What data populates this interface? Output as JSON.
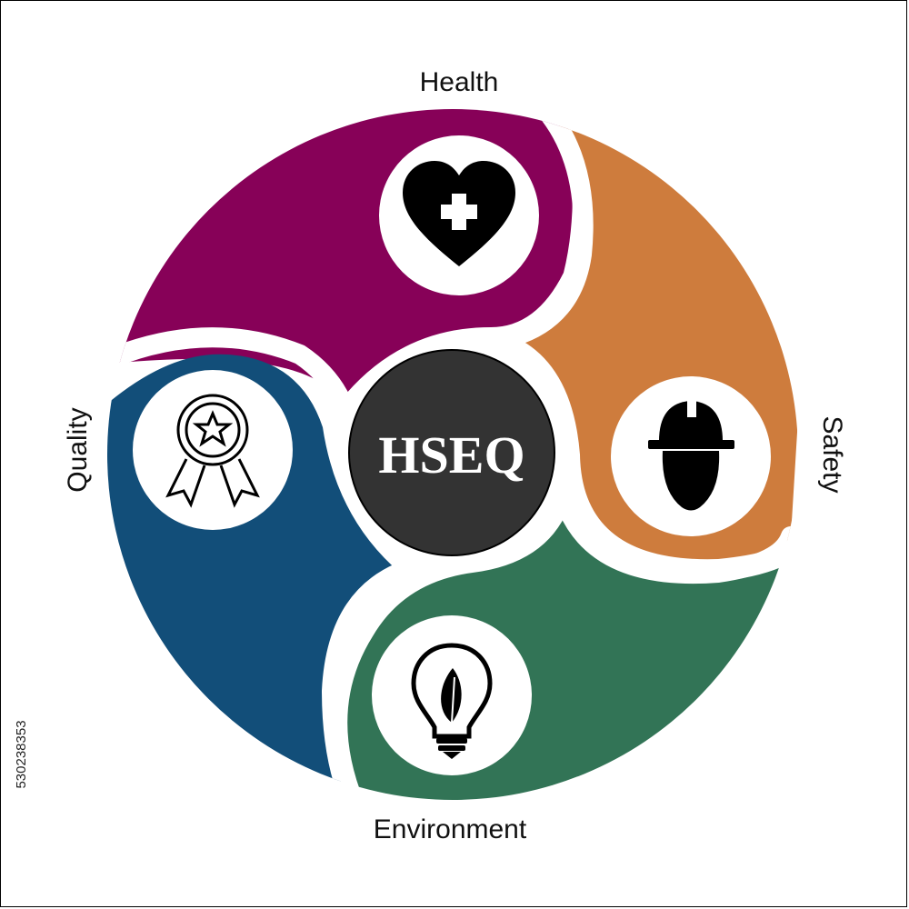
{
  "center": {
    "label": "HSEQ",
    "color": "#333333"
  },
  "segments": [
    {
      "key": "health",
      "label": "Health",
      "color": "#870158",
      "icon": "heart-plus-icon"
    },
    {
      "key": "safety",
      "label": "Safety",
      "color": "#CE7C3D",
      "icon": "hard-hat-worker-icon"
    },
    {
      "key": "environment",
      "label": "Environment",
      "color": "#327456",
      "icon": "lightbulb-leaf-icon"
    },
    {
      "key": "quality",
      "label": "Quality",
      "color": "#124E79",
      "icon": "award-ribbon-icon"
    }
  ],
  "watermark": {
    "stock_id": "530238353"
  }
}
